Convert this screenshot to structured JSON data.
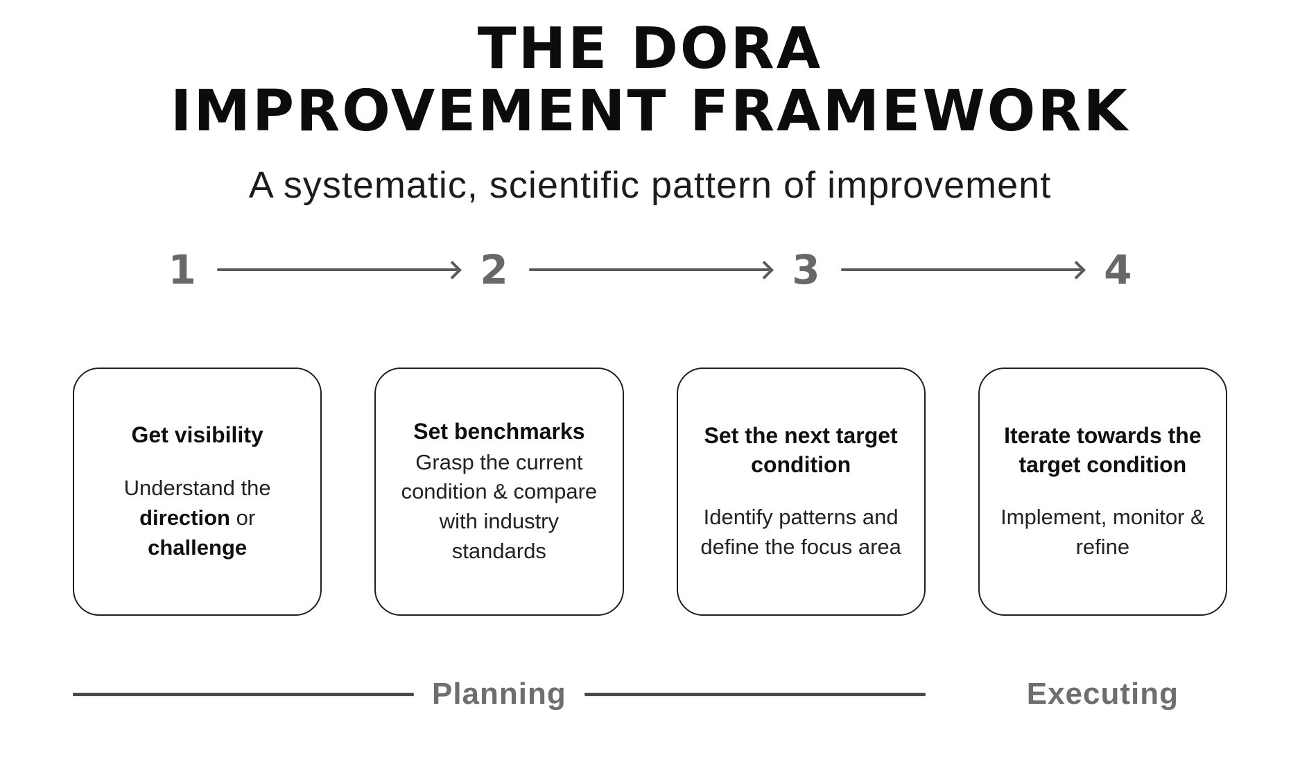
{
  "title": {
    "line1": "THE DORA",
    "line2": "IMPROVEMENT FRAMEWORK"
  },
  "subtitle": "A systematic, scientific pattern of improvement",
  "steps": [
    {
      "number": "1",
      "heading": "Get visibility",
      "body": {
        "pre": "Understand the ",
        "bold1": "direction",
        "mid": " or ",
        "bold2": "challenge"
      }
    },
    {
      "number": "2",
      "heading": "Set benchmarks",
      "body_text": "Grasp the current condition & compare with industry standards"
    },
    {
      "number": "3",
      "heading": "Set the next target condition",
      "body_text": "Identify patterns and define the focus area"
    },
    {
      "number": "4",
      "heading": "Iterate towards the target condition",
      "body_text": "Implement, monitor & refine"
    }
  ],
  "footer": {
    "planning_label": "Planning",
    "executing_label": "Executing"
  },
  "colors": {
    "number_gray": "#686868",
    "arrow_gray": "#5a5a5a",
    "rule_gray": "#4a4a4a",
    "label_gray": "#6e6e6e",
    "box_border": "#1f1f1f"
  }
}
